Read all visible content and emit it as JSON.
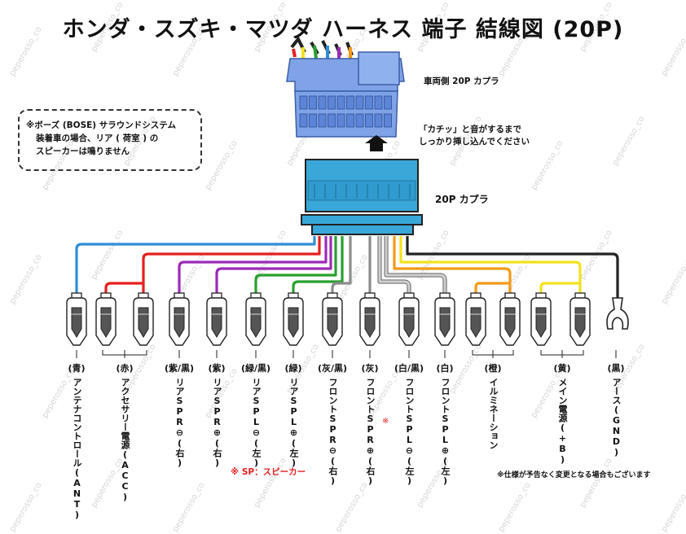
{
  "title": "ホンダ・スズキ・マツダ ハーネス 端子 結線図 (20P)",
  "watermark": "peperosso_co",
  "labels": {
    "vehicle_coupler": "車両側 20P カプラ",
    "click_note_1": "「カチッ」と音がするまで",
    "click_note_2": "しっかり挿し込んでください",
    "coupler_20p": "20P カプラ",
    "sp_note": "※ SP：スピーカー",
    "footer_note": "※仕様が予告なく変更となる場合もございます"
  },
  "bose_note": {
    "line1": "※ボーズ (BOSE) サラウンドシステム",
    "line2": "装着車の場合、リア ( 荷室 ) の",
    "line3": "スピーカーは鳴りません"
  },
  "colors": {
    "blue": "#2e8fd8",
    "red": "#e61e1e",
    "purple": "#9b2bb8",
    "green": "#27a02e",
    "gray": "#8c8c8c",
    "white": "#cfcfcf",
    "orange": "#f29a17",
    "yellow": "#f2e21b",
    "black": "#222222",
    "coupler": "#3aa7d9"
  },
  "columns": [
    {
      "id": "ant",
      "color_label": "(青)",
      "desc": "アンテナコントロール",
      "sub": "(ANT)"
    },
    {
      "id": "acc",
      "color_label": "(赤)",
      "desc": "アクセサリー電源",
      "sub": "(ACC)"
    },
    {
      "id": "rr_neg",
      "color_label": "(紫/黒)",
      "desc": "リアSPR⊖",
      "sub": "(右)"
    },
    {
      "id": "rr_pos",
      "color_label": "(紫)",
      "desc": "リアSPR⊕",
      "sub": "(右)"
    },
    {
      "id": "rl_neg",
      "color_label": "(緑/黒)",
      "desc": "リアSPL⊖",
      "sub": "(左)"
    },
    {
      "id": "rl_pos",
      "color_label": "(緑)",
      "desc": "リアSPL⊕",
      "sub": "(左)"
    },
    {
      "id": "fr_neg",
      "color_label": "(灰/黒)",
      "desc": "フロントSPR⊖",
      "sub": "(右)"
    },
    {
      "id": "fr_pos",
      "color_label": "(灰)",
      "desc": "フロントSPR⊕",
      "sub": "(右)"
    },
    {
      "id": "fl_neg",
      "color_label": "(白/黒)",
      "desc": "フロントSPL⊖",
      "sub": "(左)"
    },
    {
      "id": "fl_pos",
      "color_label": "(白)",
      "desc": "フロントSPL⊕",
      "sub": "(左)"
    },
    {
      "id": "illum",
      "color_label": "(橙)",
      "desc": "イルミネーション",
      "sub": ""
    },
    {
      "id": "main",
      "color_label": "(黄)",
      "desc": "メイン電源",
      "sub": "(+B)"
    },
    {
      "id": "gnd",
      "color_label": "(黒)",
      "desc": "アース",
      "sub": "(GND)"
    }
  ],
  "sp_asterisk": "※"
}
